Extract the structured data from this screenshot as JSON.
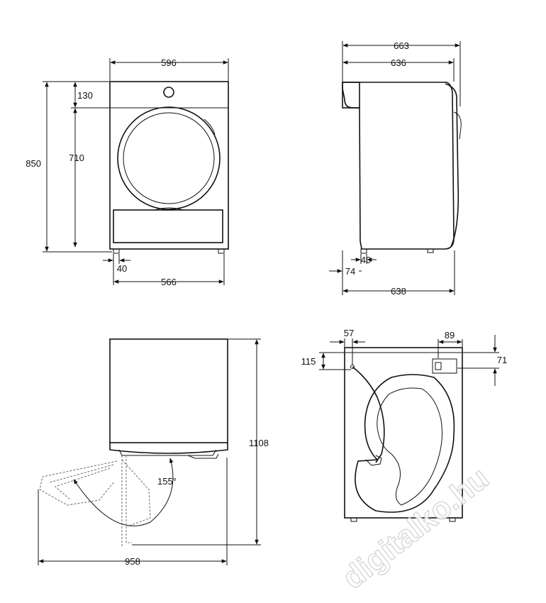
{
  "front_view": {
    "width": "596",
    "height_total": "850",
    "top_panel": "130",
    "door_height": "710",
    "foot_offset": "40",
    "foot_span": "566"
  },
  "side_view": {
    "depth_total": "663",
    "depth_body": "636",
    "foot_offset": "40",
    "rear_offset": "74",
    "foot_depth": "638"
  },
  "door_view": {
    "height_door_open": "1108",
    "door_angle": "155°",
    "width_door_open": "958"
  },
  "rear_view": {
    "hose_x": "57",
    "hose_y": "115",
    "plate_x": "89",
    "plate_y": "71"
  },
  "watermark": "digitalko.hu"
}
